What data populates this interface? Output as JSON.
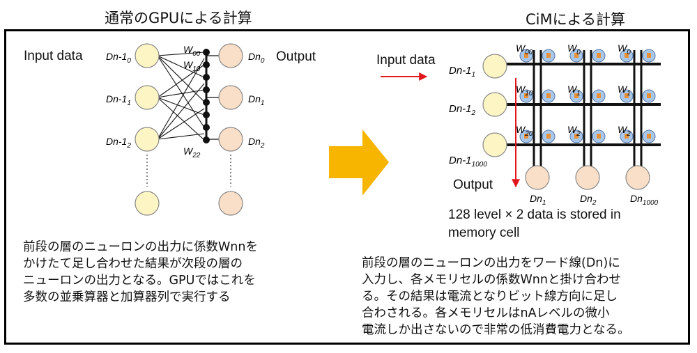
{
  "left": {
    "title": "通常のGPUによる計算",
    "input_label": "Input data",
    "output_label": "Output",
    "inputs": [
      {
        "base": "Dn-1",
        "sub": "0"
      },
      {
        "base": "Dn-1",
        "sub": "1"
      },
      {
        "base": "Dn-1",
        "sub": "2"
      }
    ],
    "outputs": [
      {
        "base": "Dn",
        "sub": "0"
      },
      {
        "base": "Dn",
        "sub": "1"
      },
      {
        "base": "Dn",
        "sub": "2"
      }
    ],
    "weights": [
      {
        "base": "W",
        "sub": "00"
      },
      {
        "base": "W",
        "sub": "10"
      },
      {
        "base": "W",
        "sub": "22"
      }
    ],
    "description": "前段の層のニューロンの出力に係数Wnnを\nかけたて足し合わせた結果が次段の層の\nニューロンの出力となる。GPUではこれを\n多数の並乗算器と加算器列で実行する"
  },
  "right": {
    "title": "CiMによる計算",
    "input_label": "Input data",
    "output_label": "Output",
    "inputs": [
      {
        "base": "Dn-1",
        "sub": "1"
      },
      {
        "base": "Dn-1",
        "sub": "2"
      },
      {
        "base": "Dn-1",
        "sub": "1000"
      }
    ],
    "outputs": [
      {
        "base": "Dn",
        "sub": "1"
      },
      {
        "base": "Dn",
        "sub": "2"
      },
      {
        "base": "Dn",
        "sub": "1000"
      }
    ],
    "weights": [
      {
        "base": "W",
        "sub": "00"
      },
      {
        "base": "W",
        "sub": "0"
      },
      {
        "base": "W",
        "sub": "0"
      },
      {
        "base": "W",
        "sub": "10"
      },
      {
        "base": "W",
        "sub": "1"
      },
      {
        "base": "W",
        "sub": "1"
      },
      {
        "base": "W",
        "sub": "20"
      },
      {
        "base": "W",
        "sub": "2"
      },
      {
        "base": "W",
        "sub": "2"
      }
    ],
    "storage_note": "128 level × 2 data is stored in\nmemory cell",
    "description": "前段の層のニューロンの出力をワード線(Dn)に\n入力し、各メモリセルの係数Wnnと掛け合わせ\nる。その結果は電流となりビット線方向に足し\n合わされる。各メモリセルはnAレベルの微小\n電流しか出さないので非常の低消費電力となる。"
  },
  "colors": {
    "input_neuron": "#fdf5c4",
    "output_neuron": "#f9dfc7",
    "arrow": "#f7b500",
    "signal": "#e0161c",
    "cell": "#a9c7e8"
  }
}
